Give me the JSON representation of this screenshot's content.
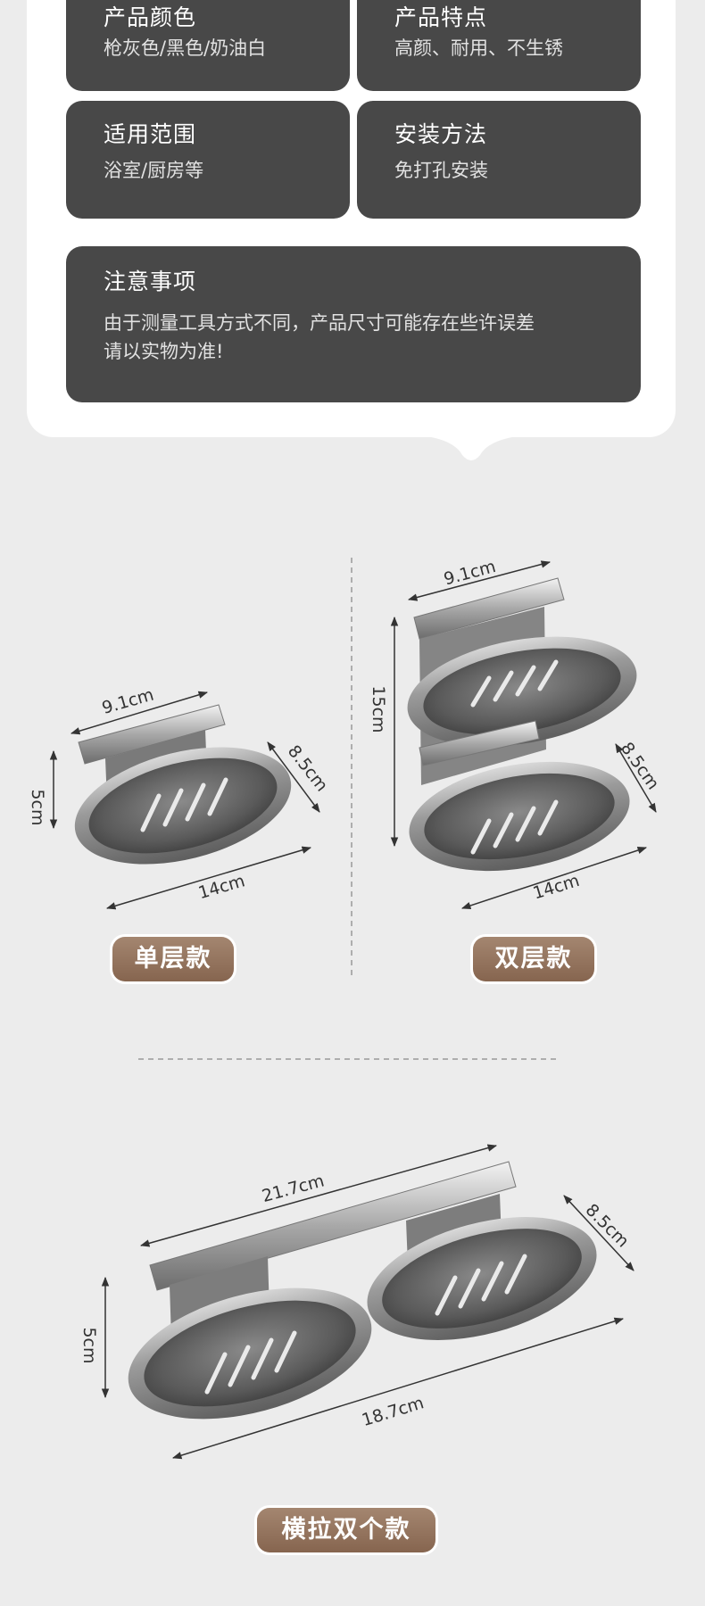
{
  "specs": {
    "color": {
      "title": "产品颜色",
      "value": "枪灰色/黑色/奶油白"
    },
    "feature": {
      "title": "产品特点",
      "value": "高颜、耐用、不生锈"
    },
    "scope": {
      "title": "适用范围",
      "value": "浴室/厨房等"
    },
    "install": {
      "title": "安装方法",
      "value": "免打孔安装"
    },
    "notes": {
      "title": "注意事项",
      "line1": "由于测量工具方式不同，产品尺寸可能存在些许误差",
      "line2": "请以实物为准!"
    }
  },
  "single": {
    "label": "单层款",
    "width": "9.1cm",
    "depth": "8.5cm",
    "height": "5cm",
    "length": "14cm"
  },
  "double": {
    "label": "双层款",
    "width": "9.1cm",
    "depth": "8.5cm",
    "height": "15cm",
    "length": "14cm"
  },
  "horizontal": {
    "label": "横拉双个款",
    "width": "21.7cm",
    "depth": "8.5cm",
    "height": "5cm",
    "length": "18.7cm"
  }
}
